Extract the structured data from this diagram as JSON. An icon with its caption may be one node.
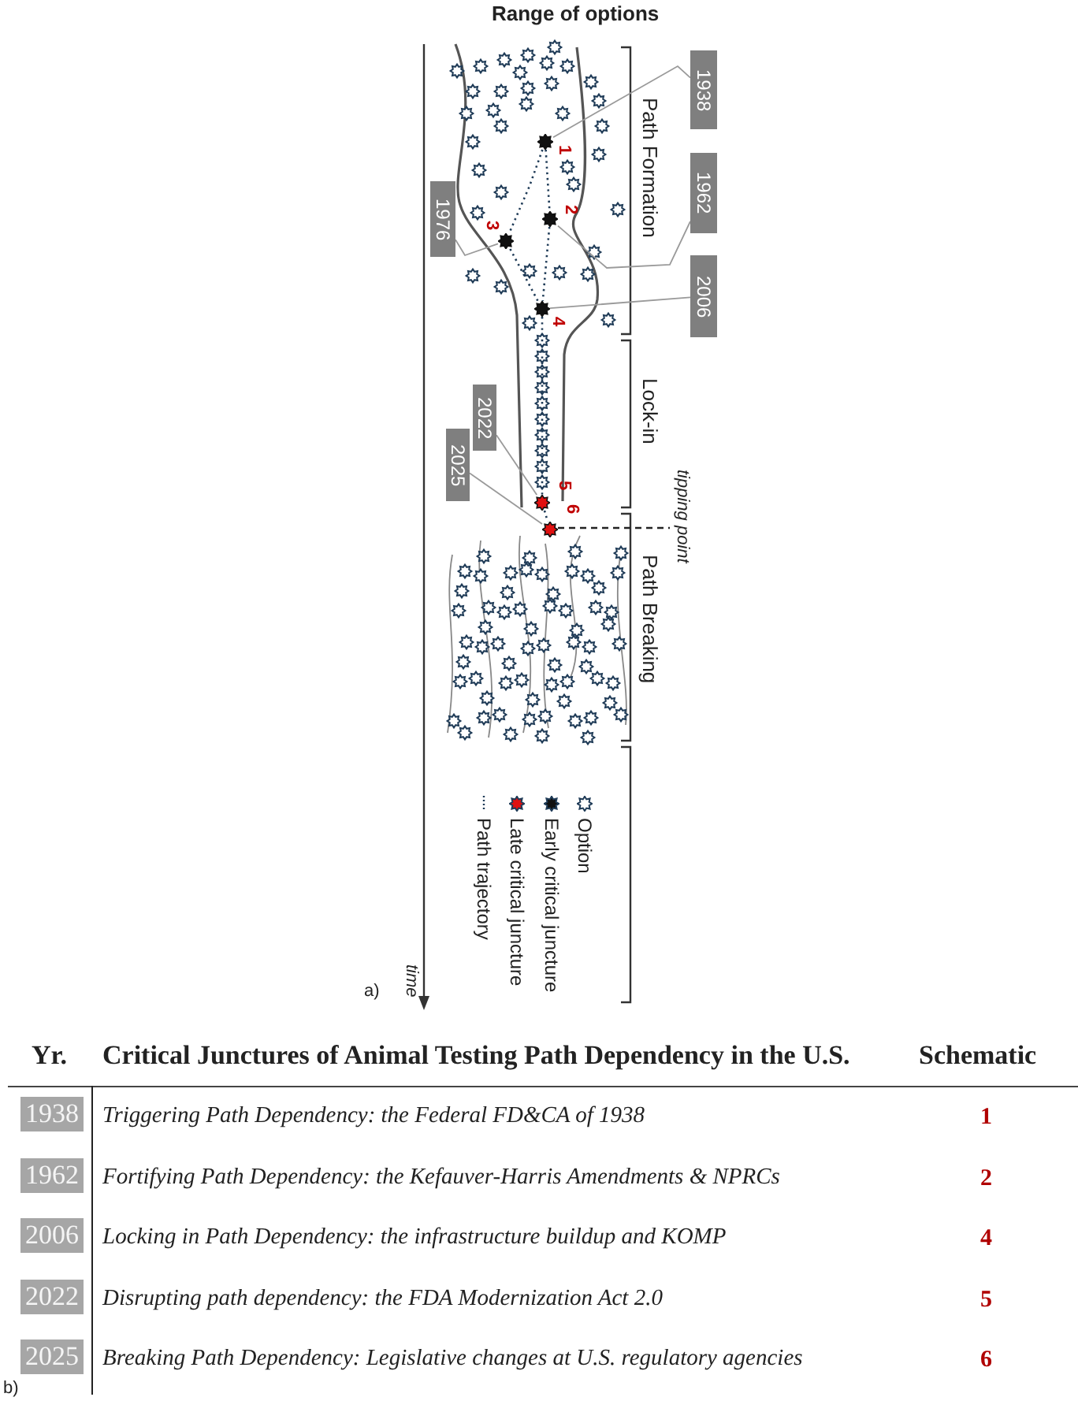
{
  "diagram": {
    "nodes": [
      {
        "text": [
          "1938"
        ]
      },
      {
        "text": [
          "1962"
        ]
      },
      {
        "text": [
          "2006"
        ]
      },
      {
        "text": [
          "1976"
        ]
      },
      {
        "text": [
          "2022"
        ]
      },
      {
        "text": [
          "2025"
        ]
      },
      {
        "text": [],
        "shape": "star",
        "beside": [
          "1"
        ]
      },
      {
        "text": [],
        "shape": "star",
        "beside": [
          "2"
        ]
      },
      {
        "text": [],
        "shape": "star",
        "beside": [
          "3"
        ]
      },
      {
        "text": [],
        "shape": "star",
        "beside": [
          "4"
        ]
      },
      {
        "text": [],
        "shape": "star",
        "beside": [
          "5"
        ]
      },
      {
        "text": [],
        "shape": "star",
        "beside": [
          "6"
        ]
      }
    ],
    "edges": [
      {
        "from": 0,
        "to": 6,
        "arrow": "none"
      },
      {
        "from": 1,
        "to": 7,
        "arrow": "none"
      },
      {
        "from": 3,
        "to": 8,
        "arrow": "none"
      },
      {
        "from": 2,
        "to": 9,
        "arrow": "none"
      },
      {
        "from": 4,
        "to": 10,
        "arrow": "none"
      },
      {
        "from": 5,
        "to": 11,
        "arrow": "none"
      },
      {
        "from": 6,
        "to": 7,
        "arrow": "none",
        "style": "dashed",
        "color": "#1f3b57"
      },
      {
        "from": 6,
        "to": 8,
        "arrow": "none",
        "style": "dashed",
        "color": "#1f3b57"
      },
      {
        "from": 7,
        "to": 9,
        "arrow": "none",
        "style": "dashed",
        "color": "#1f3b57"
      },
      {
        "from": 8,
        "to": 9,
        "arrow": "none",
        "style": "dashed",
        "color": "#1f3b57"
      },
      {
        "from": 9,
        "to": 10,
        "arrow": "none",
        "style": "dashed",
        "color": "#1f3b57"
      },
      {
        "from": 10,
        "to": 11,
        "arrow": "none",
        "style": "dashed",
        "color": "#1f3b57"
      }
    ],
    "labels": [
      "Range of options",
      "Path Formation",
      "Lock-in",
      "tipping point",
      "Path Breaking",
      "time",
      "a)",
      "Yr.",
      "Critical Junctures of Animal Testing Path Dependency in the U.S.",
      "Schematic",
      "1938",
      "Triggering Path Dependency: the Federal FD&CA of 1938",
      "1",
      "1962",
      "Fortifying Path Dependency: the Kefauver-Harris Amendments & NPRCs",
      "2",
      "2006",
      "Locking in Path Dependency: the infrastructure buildup and KOMP",
      "4",
      "2022",
      "Disrupting path dependency: the FDA Modernization Act 2.0",
      "5",
      "2025",
      "Breaking Path Dependency: Legislative changes at U.S. regulatory agencies",
      "6",
      "b)"
    ],
    "legend": [
      {
        "text": "Option"
      },
      {
        "text": "Early critical juncture"
      },
      {
        "text": "Late critical juncture"
      },
      {
        "text": "Path trajectory"
      }
    ]
  }
}
